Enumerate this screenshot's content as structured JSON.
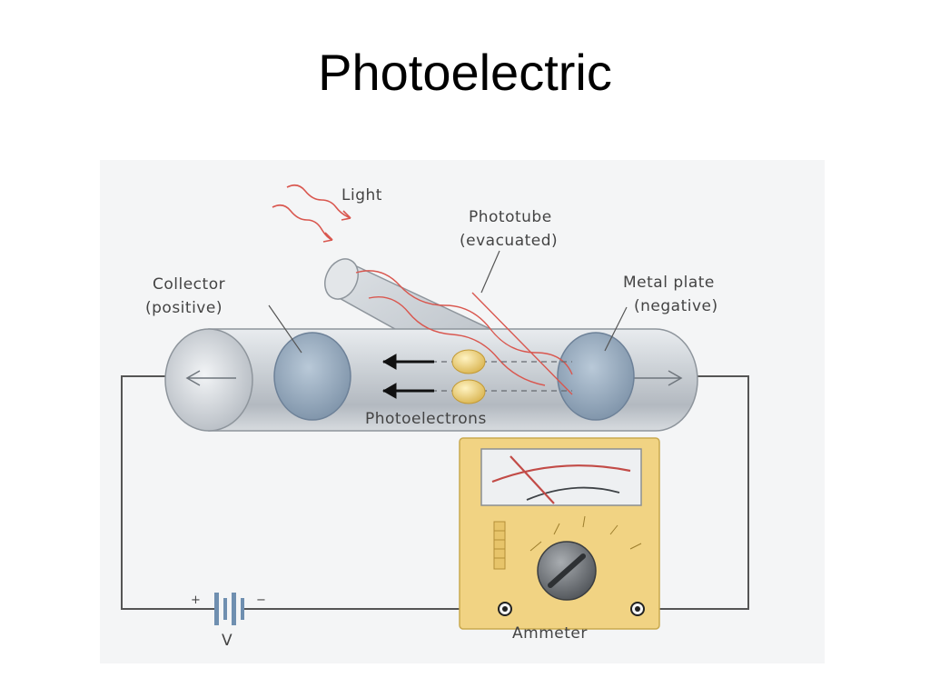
{
  "slide": {
    "title": "Photoelectric"
  },
  "diagram": {
    "labels": {
      "light": "Light",
      "phototube_line1": "Phototube",
      "phototube_line2": "(evacuated)",
      "collector_line1": "Collector",
      "collector_line2": "(positive)",
      "metal_plate_line1": "Metal plate",
      "metal_plate_line2": "(negative)",
      "photoelectrons": "Photoelectrons",
      "ammeter": "Ammeter",
      "battery": "V",
      "battery_plus": "+",
      "battery_minus": "−"
    },
    "colors": {
      "background": "#f4f5f6",
      "tube": "#c6cbd1",
      "electrode": "#8fa4b8",
      "light_ray": "#d9574f",
      "electron": "#e9d27a",
      "ammeter_body": "#f1d383",
      "wire": "#555555"
    }
  }
}
